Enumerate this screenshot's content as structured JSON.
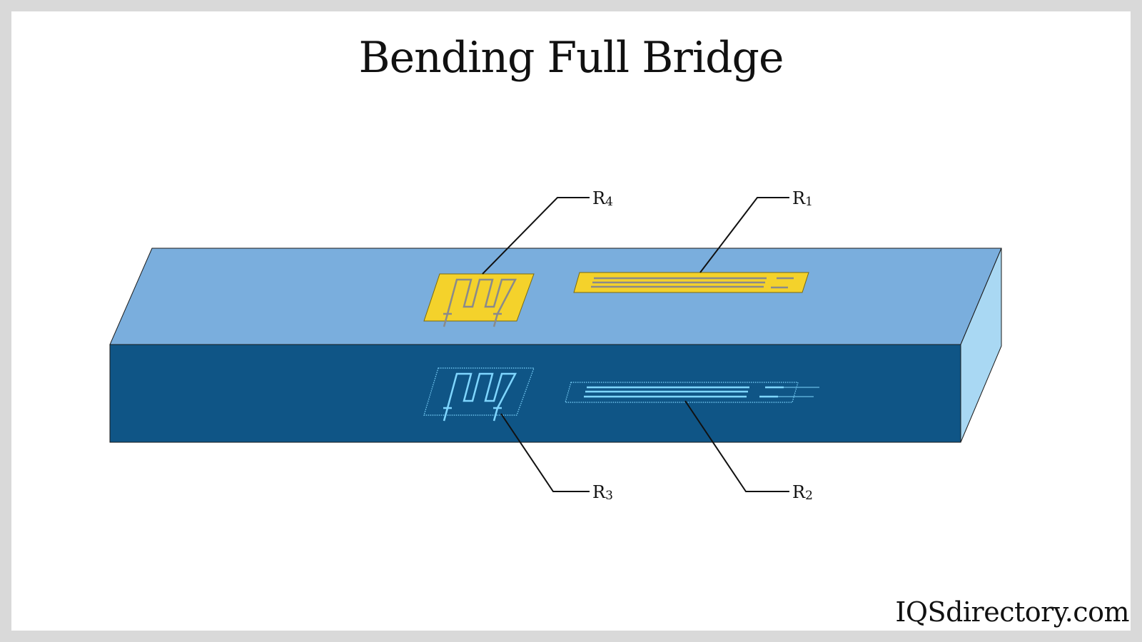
{
  "title": "Bending Full Bridge",
  "colors": {
    "beam_top": "#7aaedd",
    "beam_front": "#0f5586",
    "beam_side": "#a9d8f3",
    "gauge_fill": "#f4d22b",
    "gauge_wire": "#8a8a8a",
    "hidden_gauge": "#7fd6ff",
    "leader_line": "#111111"
  },
  "labels": {
    "r4": {
      "base": "R",
      "sub": "4"
    },
    "r1": {
      "base": "R",
      "sub": "1"
    },
    "r3": {
      "base": "R",
      "sub": "3"
    },
    "r2": {
      "base": "R",
      "sub": "2"
    }
  },
  "watermark": "IQSdirectory.com"
}
